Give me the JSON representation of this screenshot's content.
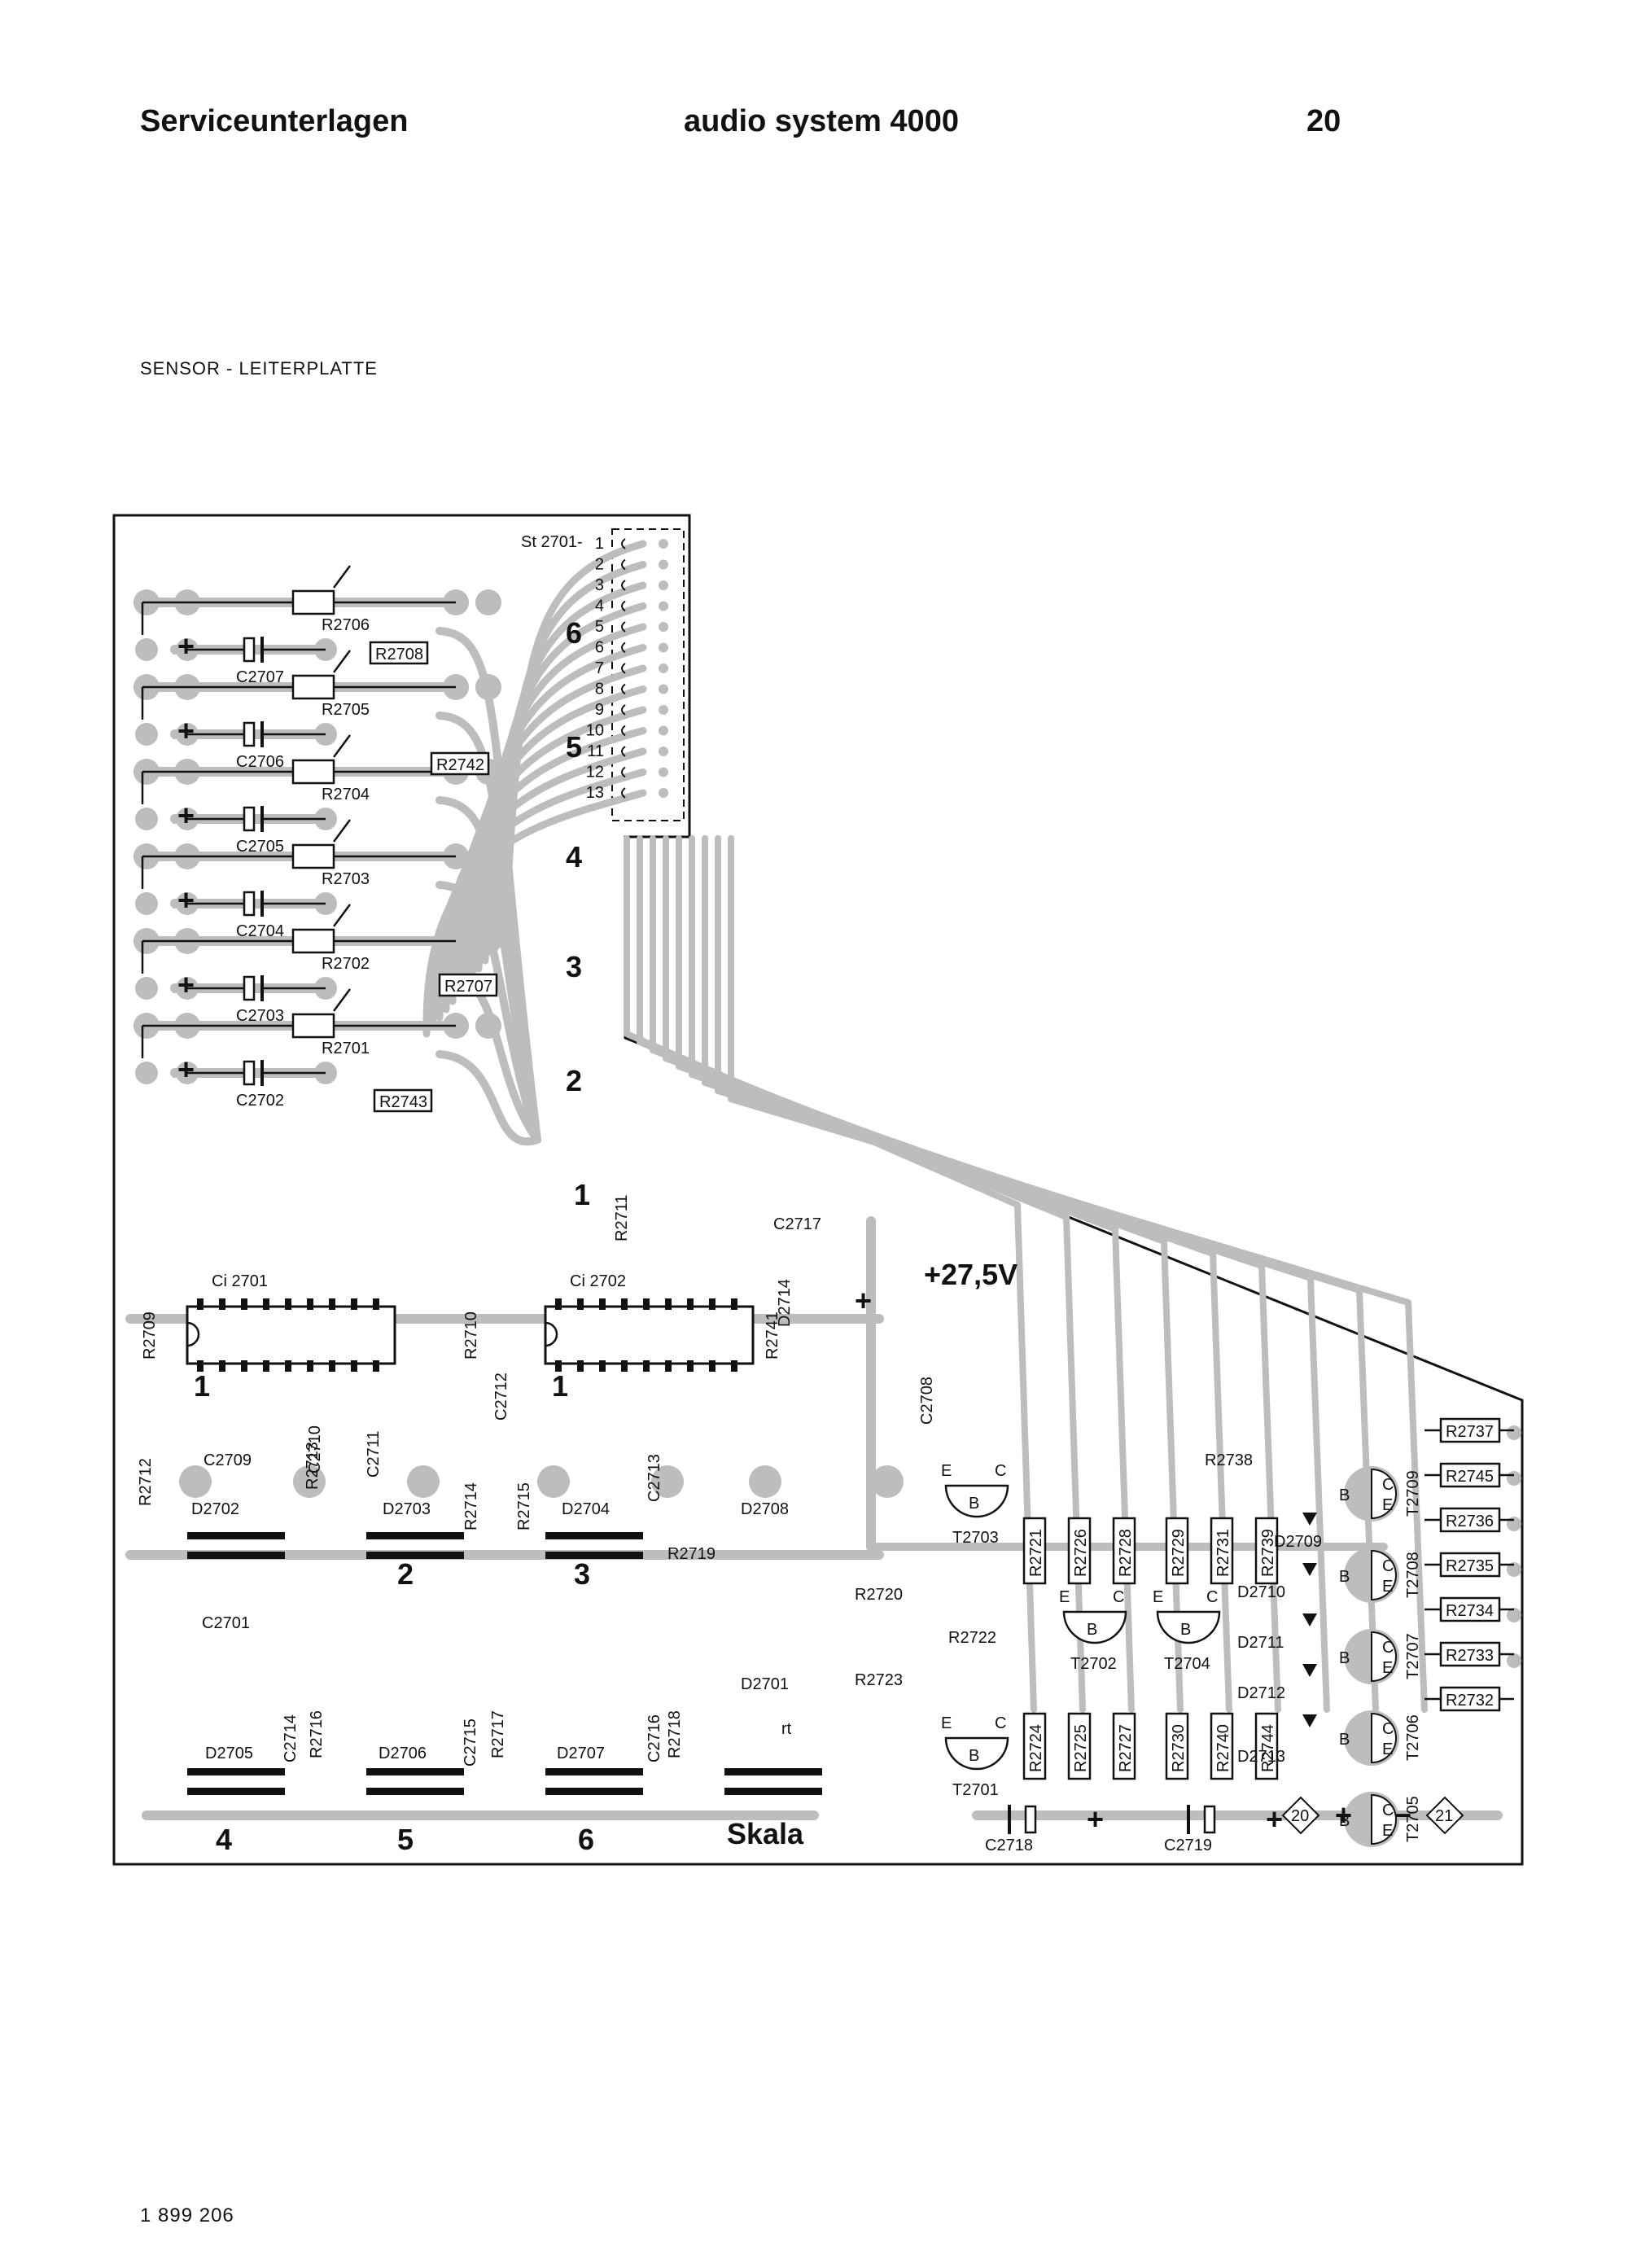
{
  "header": {
    "left": "Serviceunterlagen",
    "center": "audio system 4000",
    "page_number": "20"
  },
  "subtitle": "SENSOR - LEITERPLATTE",
  "footer_code": "1 899 206",
  "connector": {
    "label": "St 2701-",
    "pins": [
      "1",
      "2",
      "3",
      "4",
      "5",
      "6",
      "7",
      "8",
      "9",
      "10",
      "11",
      "12",
      "13"
    ]
  },
  "sensor_numbers_left": [
    "6",
    "5",
    "4",
    "3",
    "2",
    "1"
  ],
  "sensor_numbers_bottom": [
    "2",
    "3",
    "4",
    "5",
    "6"
  ],
  "scale_label": "Skala",
  "supply_label": "+27,5V",
  "ic_labels": [
    "Ci 2701",
    "Ci 2702"
  ],
  "pin1_label": "1",
  "polarity": {
    "plus": "+",
    "minus": "−"
  },
  "rt_label": "rt",
  "terminals": [
    "20",
    "21"
  ],
  "transistor_pins": {
    "e": "E",
    "c": "C",
    "b": "B"
  },
  "potentiometers": [
    "R2706",
    "R2705",
    "R2704",
    "R2703",
    "R2702",
    "R2701"
  ],
  "caps_left": [
    "C2707",
    "C2706",
    "C2705",
    "C2704",
    "C2703",
    "C2702"
  ],
  "resistors_mid": [
    "R2708",
    "R2742",
    "R2707",
    "R2743"
  ],
  "ic_area": [
    "R2711",
    "C2717",
    "D2714",
    "R2709",
    "R2710",
    "R2741",
    "C2712",
    "C2708",
    "R2738"
  ],
  "lower_left_components": [
    "R2712",
    "C2709",
    "D2702",
    "C2710",
    "R2713",
    "C2711",
    "D2703",
    "R2714",
    "R2715",
    "D2704",
    "C2713",
    "D2708",
    "C2701",
    "R2719",
    "R2720",
    "R2722",
    "R2723"
  ],
  "bottom_row": [
    "D2705",
    "C2714",
    "R2716",
    "D2706",
    "C2715",
    "R2717",
    "D2707",
    "C2716",
    "R2718",
    "D2701"
  ],
  "transistors": [
    "T2703",
    "T2702",
    "T2704",
    "T2701"
  ],
  "right_vertical": [
    "R2721",
    "R2726",
    "R2728",
    "R2729",
    "R2731",
    "R2739",
    "R2724",
    "R2725",
    "R2727",
    "R2730",
    "R2740",
    "R2744"
  ],
  "right_diodes": [
    "D2709",
    "D2710",
    "D2711",
    "D2712",
    "D2713"
  ],
  "right_transistors": [
    "T2709",
    "T2708",
    "T2707",
    "T2706",
    "T2705"
  ],
  "right_resistors": [
    "R2737",
    "R2745",
    "R2736",
    "R2735",
    "R2734",
    "R2733",
    "R2732"
  ],
  "bottom_caps": [
    "C2718",
    "C2719"
  ]
}
